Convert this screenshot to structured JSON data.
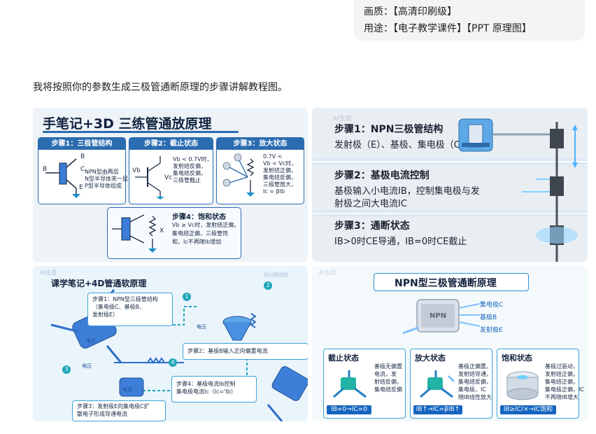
{
  "chat": {
    "quality_label": "画质：",
    "quality_value": "【高清印刷级】",
    "usage_label": "用途：",
    "usage_value": "【电子教学课件】【PPT 原理图】",
    "intro": "我将按照你的参数生成三极管通断原理的步骤讲解教程图。"
  },
  "img1": {
    "title": "手笔记+3D  三练管通放原理",
    "step1_title": "步骤1：三极管结构",
    "step1_text": [
      "NPN型由两层",
      "N型半导体夹一层",
      "P型半导体组成"
    ],
    "pin_b": "B",
    "pin_c": "C",
    "pin_e": "E",
    "pin_b2": "B",
    "step2_title": "步骤2：截止状态",
    "step2_vb": "Vb",
    "step2_vc": "Vc",
    "step2_text": [
      "Vb < 0.7V时，",
      "发射结反偏，",
      "集电结反偏，",
      "三极管截止"
    ],
    "step3_title": "步骤3：放大状态",
    "step3_text": [
      "0.7V <",
      "Vb < Vc时，",
      "发射结正偏，",
      "集电结反偏，",
      "三极管放大，",
      "Ic = βIb"
    ],
    "step4_title": "步骤4：饱和状态",
    "step4_x": "X",
    "step4_text": [
      "Vb ≥ Vc时，发射结正偏，",
      "集电结正偏，三极管饱",
      "和，Ic不再随Ib增加"
    ]
  },
  "img2": {
    "watermark": "AI生成",
    "step1_title": "步骤1：NPN三极管结构",
    "step1_text": "发射极（E）、基极、集电极（C）",
    "step2_title": "步骤2：基极电流控制",
    "step2_text1": "基极输入小电流IB，控制集电极与发",
    "step2_text2": "射极之间大电流IC",
    "step3_title": "步骤3：通断状态",
    "step3_text": "IB>0时CE导通，IB=0时CE截止"
  },
  "img3": {
    "watermark": "AI生成",
    "title": "课学笔记+4D管通软原理",
    "corner": "知识精讲图",
    "step1_text": [
      "步骤1：NPN型三极管结构",
      "（集电极C、基极B、",
      "发射极E）"
    ],
    "step2_text": "步骤2：基极B输入正向偏置电流",
    "step3_text": [
      "步骤3：发射极E向集电极C扩",
      "散电子形成导通电流"
    ],
    "step4_text": [
      "步骤4：基极电流Ib控制",
      "集电极电流Ic（Ic='Ib）"
    ],
    "label_voltage1": "电压",
    "label_voltage2": "电压",
    "label_voltage3": "电压",
    "label_current": "电流",
    "nums": [
      "1",
      "2",
      "3",
      "4"
    ]
  },
  "img4": {
    "watermark": "AI生成",
    "title": "NPN型三极管通断原理",
    "chip": "NPN",
    "label_c": "集电极C",
    "label_b": "基极B",
    "label_e": "发射极E",
    "cutoff_title": "截止状态",
    "cutoff_text": [
      "基极无偏置",
      "电流，发",
      "射结反偏，",
      "集电结反偏"
    ],
    "cutoff_formula": "IB=0→IC=0",
    "amp_title": "放大状态",
    "amp_text": [
      "基极正偏置，",
      "发射结导通，",
      "集电结反偏，",
      "集电极，IC",
      "随IB线性放大"
    ],
    "amp_formula": "IB↑→IC=βIB↑",
    "sat_title": "饱和状态",
    "sat_text": [
      "基极过驱动，",
      "发射结正偏，",
      "集电结正偏，",
      "集电极正偏，IC",
      "不再随IB增大"
    ],
    "sat_formula": "IB≥IC/×→IC饱和"
  }
}
